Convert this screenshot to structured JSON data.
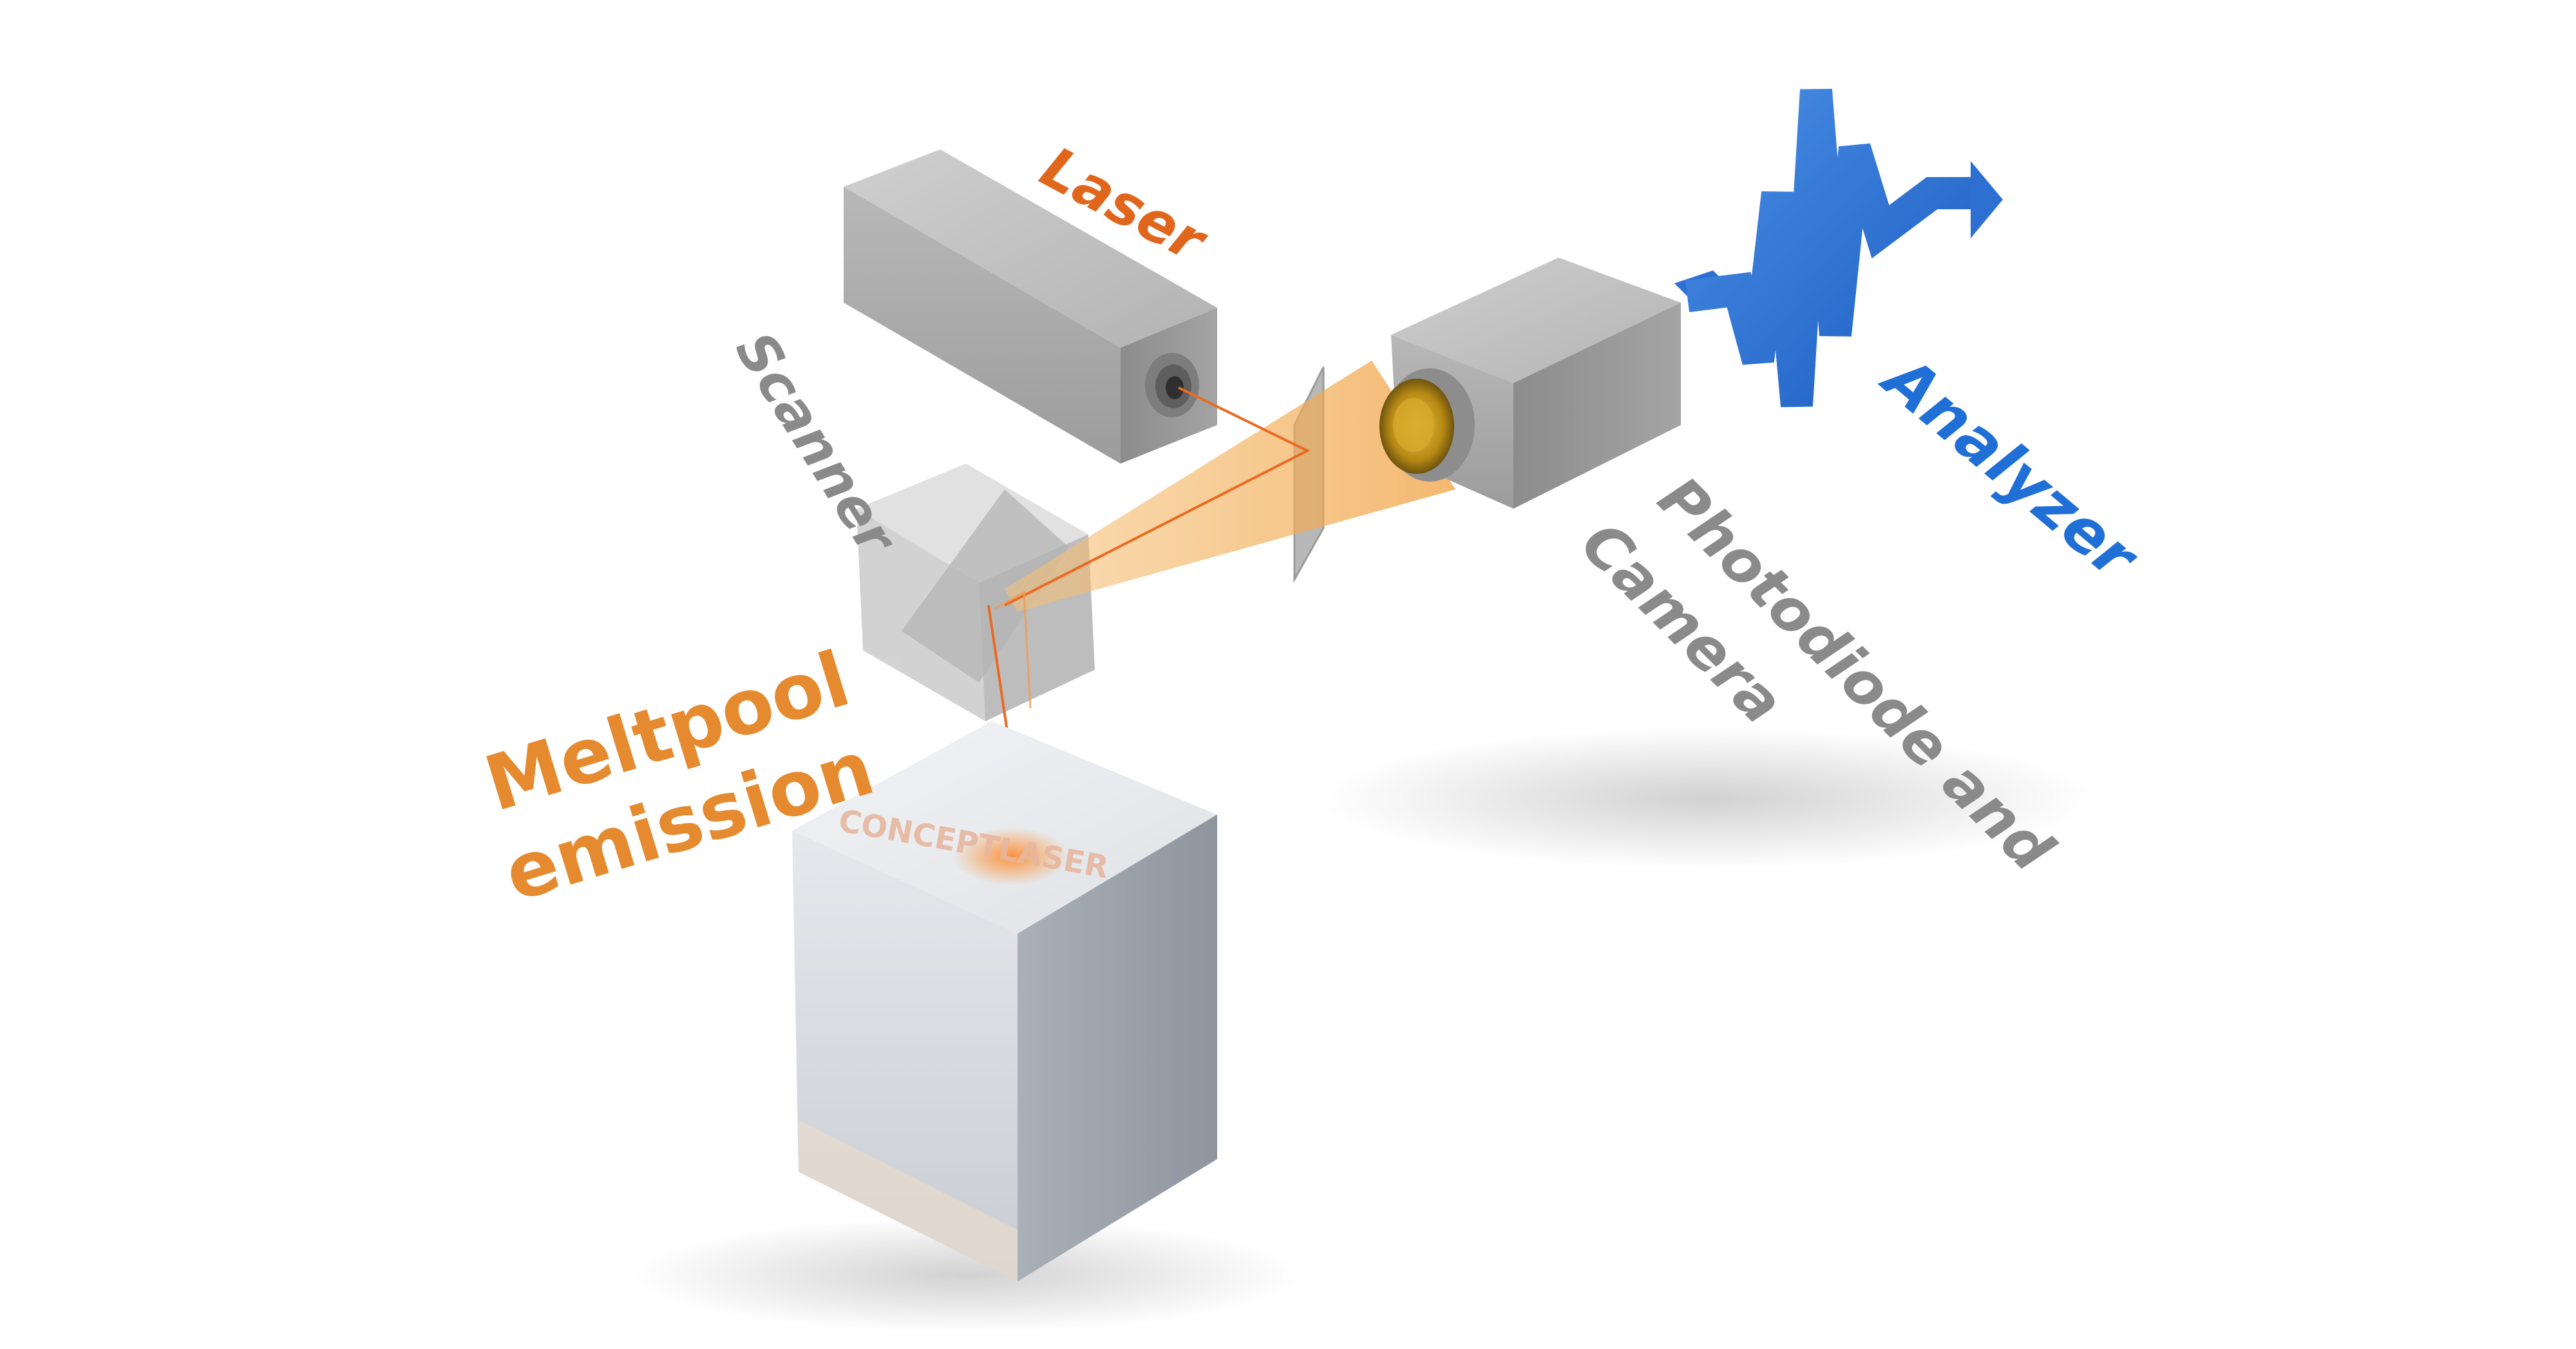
{
  "labels": {
    "laser": "Laser",
    "scanner": "Scanner",
    "meltpool_line1": "Meltpool",
    "meltpool_line2": "emission",
    "photodiode_line1": "Photodiode and",
    "photodiode_line2": "Camera",
    "analyzer": "Analyzer",
    "brand": "CONCEPTLASER"
  },
  "colors": {
    "laser_label": "#e0661c",
    "scanner_label": "#8a8a8a",
    "meltpool_label": "#e58a2e",
    "photodiode_label": "#8a8a8a",
    "analyzer_label": "#1f6fd6",
    "beam": "#f08a3a",
    "signal": "#1f6fd6",
    "housing": "#a9a9a9",
    "lens": "#c79a1e"
  }
}
